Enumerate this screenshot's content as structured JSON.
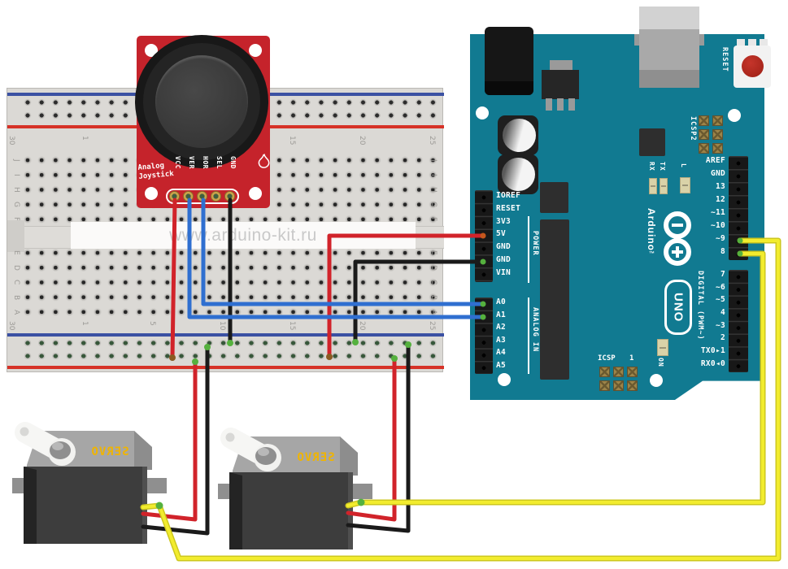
{
  "watermark": "www.arduino-kit.ru",
  "colors": {
    "wire_red": "#d1232a",
    "wire_black": "#1a1a1a",
    "wire_blue": "#2f6fd0",
    "wire_yellow": "#f2ec2e",
    "wire_yellow_dark": "#cdc71e",
    "tip_green": "#55b13e",
    "tip_brown": "#8a5a22",
    "tip_orange": "#c4571d",
    "board_teal": "#117a91",
    "pcb_red": "#c5232b",
    "breadboard_body": "#dbd9d5",
    "rail_blue": "#3b51a3",
    "rail_red": "#d63227",
    "servo_text_yellow": "#f0b400"
  },
  "breadboard": {
    "column_numbers": [
      "1",
      "5",
      "10",
      "15",
      "20",
      "25",
      "30"
    ],
    "rows_top": [
      "J",
      "I",
      "H",
      "G",
      "F"
    ],
    "rows_bottom": [
      "E",
      "D",
      "C",
      "B",
      "A"
    ]
  },
  "joystick": {
    "title_line1": "Analog",
    "title_line2": "Joystick",
    "pins": [
      "VCC",
      "VER",
      "HOR",
      "SEL",
      "GND"
    ]
  },
  "arduino": {
    "reset_label": "RESET",
    "icsp2_label": "ICSP2",
    "icsp_label": "ICSP",
    "icsp_pin1": "1",
    "tx_label": "TX",
    "rx_label": "RX",
    "l_label": "L",
    "on_label": "ON",
    "logo_text": "Arduino",
    "logo_tm": "™",
    "uno_text": "UNO",
    "power_group_label": "POWER",
    "analog_group_label": "ANALOG IN",
    "digital_group_label": "DIGITAL (PWM~)",
    "power_pins": [
      "IOREF",
      "RESET",
      "3V3",
      "5V",
      "GND",
      "GND",
      "VIN"
    ],
    "analog_pins": [
      "A0",
      "A1",
      "A2",
      "A3",
      "A4",
      "A5"
    ],
    "digital_pins_upper": [
      "AREF",
      "GND",
      "13",
      "12",
      "~11",
      "~10",
      "~9",
      "8"
    ],
    "digital_pins_lower": [
      "7",
      "~6",
      "~5",
      "4",
      "~3",
      "2",
      "TX0▸1",
      "RX0◂0"
    ]
  },
  "servos": {
    "label": "SERVO"
  },
  "wires": [
    {
      "name": "joystick-vcc-to-red-rail",
      "color": "red"
    },
    {
      "name": "joystick-gnd-to-blue-rail",
      "color": "black"
    },
    {
      "name": "joystick-hor-to-a0",
      "color": "blue"
    },
    {
      "name": "joystick-ver-to-a1",
      "color": "blue"
    },
    {
      "name": "arduino-5v-to-red-rail",
      "color": "red"
    },
    {
      "name": "arduino-gnd-to-blue-rail",
      "color": "black"
    },
    {
      "name": "servo1-signal-to-pin9",
      "color": "yellow"
    },
    {
      "name": "servo1-power-to-red-rail",
      "color": "red"
    },
    {
      "name": "servo1-ground-to-blue-rail",
      "color": "black"
    },
    {
      "name": "servo2-signal-to-pin8",
      "color": "yellow"
    },
    {
      "name": "servo2-power-to-red-rail",
      "color": "red"
    },
    {
      "name": "servo2-ground-to-blue-rail",
      "color": "black"
    }
  ]
}
